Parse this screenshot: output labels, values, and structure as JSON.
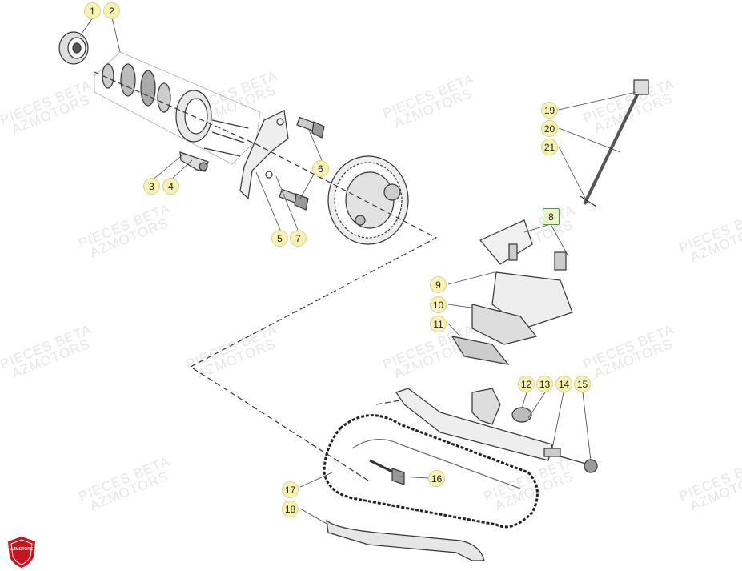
{
  "diagram": {
    "watermark_line1": "PIECES BETA",
    "watermark_line2": "AZMOTORS",
    "logo_text": "AZMOTORS",
    "callouts": [
      "1",
      "2",
      "3",
      "4",
      "5",
      "6",
      "7",
      "8",
      "9",
      "10",
      "11",
      "12",
      "13",
      "14",
      "15",
      "16",
      "17",
      "18",
      "19",
      "20",
      "21"
    ]
  },
  "colors": {
    "callout_fill": "#f7f2b4",
    "callout_border": "#d8d28a",
    "line": "#333333",
    "watermark": "#e6e6e6",
    "logo": "#c8141e"
  }
}
